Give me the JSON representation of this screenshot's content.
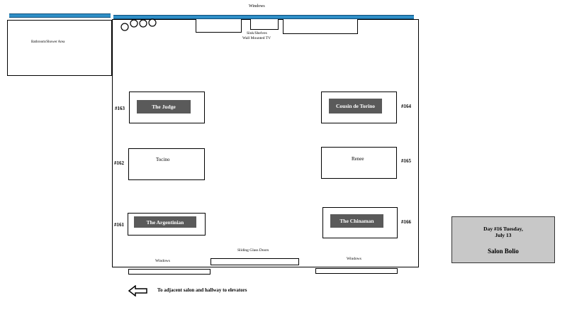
{
  "labels": {
    "windows_top": "Windows",
    "bathroom": "Bathroom/Shower Area",
    "sink_shelves": "Sink/Shelves",
    "wall_tv": "Wall Mounted TV",
    "sliding_doors": "Sliding Glass Doors",
    "windows_bottom_left": "Windows",
    "windows_bottom_right": "Windows",
    "hallway_note": "To adjacent salon and hallway to elevators"
  },
  "stations": [
    {
      "number": "#163",
      "name": "The Judge",
      "highlight": true
    },
    {
      "number": "#162",
      "name": "Tocino",
      "highlight": false
    },
    {
      "number": "#161",
      "name": "The Argentinian",
      "highlight": true
    },
    {
      "number": "#164",
      "name": "Cousin de Torino",
      "highlight": true
    },
    {
      "number": "#165",
      "name": "Renee",
      "highlight": false
    },
    {
      "number": "#166",
      "name": "The Chinaman",
      "highlight": true
    }
  ],
  "info_box": {
    "day_line1": "Day #16 Tuesday,",
    "day_line2": "July 13",
    "salon": "Salon Bolio"
  },
  "colors": {
    "window_blue": "#2f8fc7",
    "label_gray": "#5a5a5a",
    "info_box_gray": "#c8c8c8"
  }
}
